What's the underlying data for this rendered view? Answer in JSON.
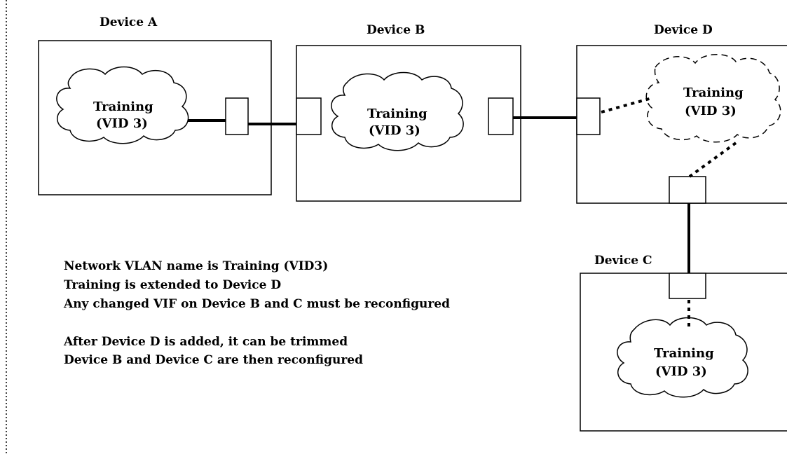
{
  "devices": {
    "a": {
      "title": "Device A",
      "cloud_line1": "Training",
      "cloud_line2": "(VID  3)"
    },
    "b": {
      "title": "Device B",
      "cloud_line1": "Training",
      "cloud_line2": "(VID  3)"
    },
    "d": {
      "title": "Device D",
      "cloud_line1": "Training",
      "cloud_line2": "(VID  3)"
    },
    "c": {
      "title": "Device C",
      "cloud_line1": "Training",
      "cloud_line2": "(VID  3)"
    }
  },
  "notes": {
    "line1": "Network VLAN name is Training (VID3)",
    "line2": "Training is extended to Device D",
    "line3": "Any changed VIF on Device B and C must be reconfigured",
    "line4": "After Device D is added, it can be trimmed",
    "line5": "Device B and Device C are then reconfigured"
  }
}
